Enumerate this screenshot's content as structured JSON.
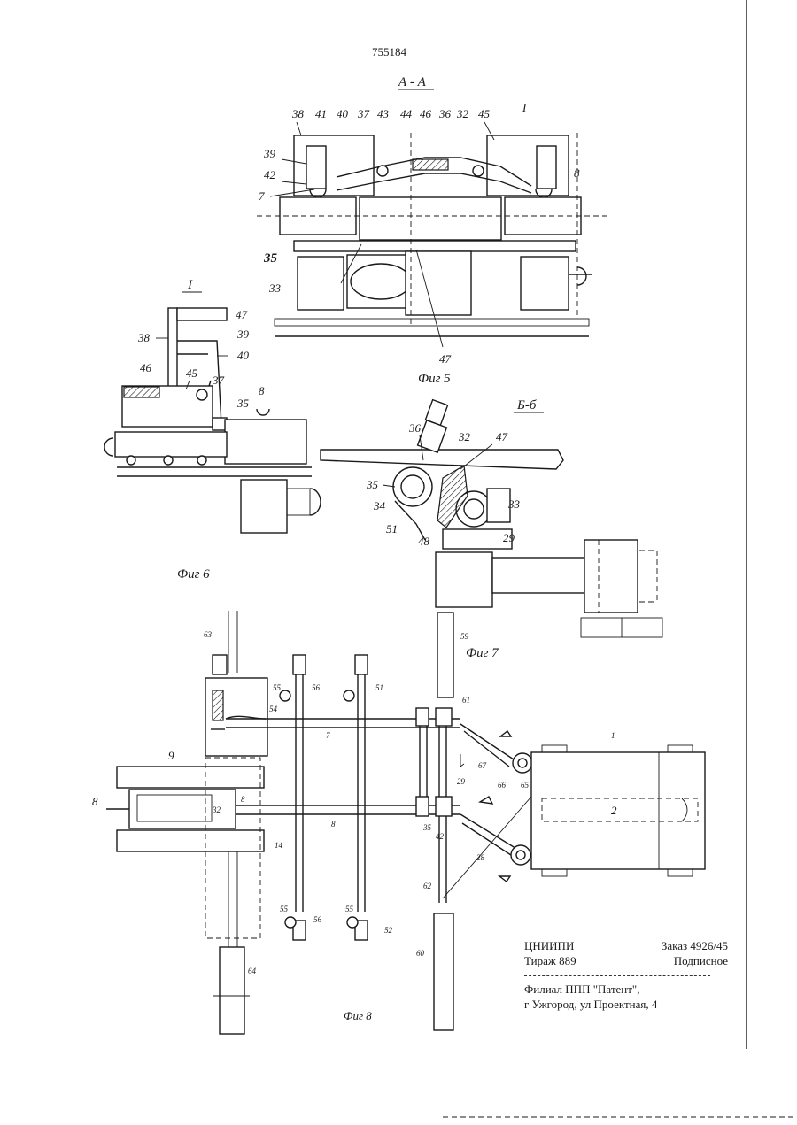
{
  "patent_number": "755184",
  "section_aa_title": "А - А",
  "section_bb_title": "Б-б",
  "detail_title": "I",
  "figures": {
    "fig5": "Фиг 5",
    "fig6": "Фиг 6",
    "fig7": "Фиг 7",
    "fig8": "Фиг 8"
  },
  "fig5_callouts": [
    "38",
    "41",
    "40",
    "37",
    "43",
    "44",
    "46",
    "36",
    "32",
    "45",
    "I",
    "39",
    "42",
    "7",
    "8",
    "35",
    "33",
    "47"
  ],
  "fig6_callouts": [
    "47",
    "39",
    "38",
    "40",
    "46",
    "45",
    "37",
    "35",
    "8"
  ],
  "fig7_callouts": [
    "36",
    "32",
    "47",
    "35",
    "34",
    "51",
    "48",
    "33",
    "29"
  ],
  "fig8_callouts": [
    "63",
    "55",
    "56",
    "51",
    "54",
    "7",
    "61",
    "59",
    "1",
    "67",
    "9",
    "8",
    "32",
    "8",
    "8",
    "14",
    "29",
    "66",
    "65",
    "2",
    "35",
    "42",
    "28",
    "62",
    "55",
    "56",
    "55",
    "52",
    "60",
    "64"
  ],
  "imprint": {
    "org": "ЦНИИПИ",
    "order": "Заказ 4926/45",
    "circulation": "Тираж 889",
    "subscription": "Подписное",
    "branch": "Филиал ППП \"Патент\",",
    "address": "г Ужгород, ул Проектная, 4"
  }
}
